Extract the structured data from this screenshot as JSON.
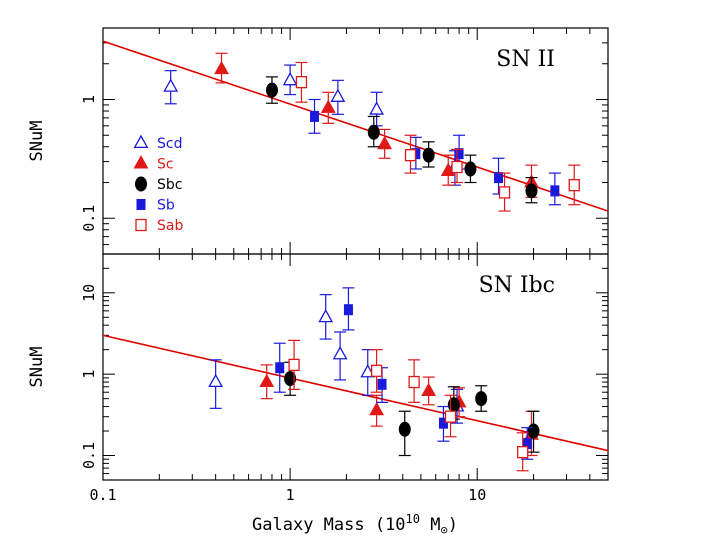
{
  "chart_data": [
    {
      "type": "scatter",
      "title": "SN II",
      "xlabel": "Galaxy Mass (10^10 M⊙)",
      "ylabel": "SNuM",
      "xscale": "log",
      "yscale": "log",
      "xlim": [
        0.1,
        50
      ],
      "ylim": [
        0.05,
        4
      ],
      "yticks": [
        {
          "value": 0.1,
          "label": "0.1"
        },
        {
          "value": 1,
          "label": "1"
        }
      ],
      "legend": {
        "placement": "left",
        "entries": [
          {
            "name": "Scd",
            "marker": "open-triangle",
            "color": "#1a1adb"
          },
          {
            "name": "Sc",
            "marker": "filled-triangle",
            "color": "#e01818"
          },
          {
            "name": "Sbc",
            "marker": "filled-ellipse",
            "color": "#000000"
          },
          {
            "name": "Sb",
            "marker": "filled-square",
            "color": "#1a1adb"
          },
          {
            "name": "Sab",
            "marker": "open-square",
            "color": "#e01818"
          }
        ]
      },
      "fit": {
        "x": [
          0.1,
          50
        ],
        "y": [
          3.1,
          0.115
        ],
        "color": "#e00000"
      },
      "series": [
        {
          "name": "Scd",
          "points": [
            {
              "x": 0.23,
              "y": 1.28,
              "lo": 0.92,
              "hi": 1.75
            },
            {
              "x": 1.0,
              "y": 1.45,
              "lo": 1.1,
              "hi": 1.95
            },
            {
              "x": 1.8,
              "y": 1.05,
              "lo": 0.75,
              "hi": 1.45
            },
            {
              "x": 2.9,
              "y": 0.82,
              "lo": 0.6,
              "hi": 1.15
            },
            {
              "x": 7.6,
              "y": 0.27,
              "lo": 0.19,
              "hi": 0.37
            }
          ]
        },
        {
          "name": "Sc",
          "points": [
            {
              "x": 0.43,
              "y": 1.8,
              "lo": 1.38,
              "hi": 2.45
            },
            {
              "x": 1.6,
              "y": 0.85,
              "lo": 0.63,
              "hi": 1.15
            },
            {
              "x": 3.2,
              "y": 0.42,
              "lo": 0.32,
              "hi": 0.56
            },
            {
              "x": 7.0,
              "y": 0.25,
              "lo": 0.19,
              "hi": 0.34
            },
            {
              "x": 19.5,
              "y": 0.2,
              "lo": 0.15,
              "hi": 0.28
            }
          ]
        },
        {
          "name": "Sbc",
          "points": [
            {
              "x": 0.8,
              "y": 1.2,
              "lo": 0.93,
              "hi": 1.55
            },
            {
              "x": 2.8,
              "y": 0.53,
              "lo": 0.4,
              "hi": 0.72
            },
            {
              "x": 5.5,
              "y": 0.34,
              "lo": 0.27,
              "hi": 0.44
            },
            {
              "x": 9.2,
              "y": 0.26,
              "lo": 0.2,
              "hi": 0.34
            },
            {
              "x": 19.5,
              "y": 0.17,
              "lo": 0.135,
              "hi": 0.22
            }
          ]
        },
        {
          "name": "Sb",
          "points": [
            {
              "x": 1.35,
              "y": 0.72,
              "lo": 0.52,
              "hi": 1.0
            },
            {
              "x": 4.7,
              "y": 0.35,
              "lo": 0.26,
              "hi": 0.48
            },
            {
              "x": 8.0,
              "y": 0.35,
              "lo": 0.26,
              "hi": 0.5
            },
            {
              "x": 13.0,
              "y": 0.22,
              "lo": 0.16,
              "hi": 0.32
            },
            {
              "x": 26.0,
              "y": 0.17,
              "lo": 0.13,
              "hi": 0.24
            }
          ]
        },
        {
          "name": "Sab",
          "points": [
            {
              "x": 1.15,
              "y": 1.4,
              "lo": 0.95,
              "hi": 2.05
            },
            {
              "x": 4.4,
              "y": 0.34,
              "lo": 0.24,
              "hi": 0.5
            },
            {
              "x": 7.8,
              "y": 0.27,
              "lo": 0.2,
              "hi": 0.38
            },
            {
              "x": 14.0,
              "y": 0.165,
              "lo": 0.115,
              "hi": 0.24
            },
            {
              "x": 33.0,
              "y": 0.19,
              "lo": 0.13,
              "hi": 0.28
            }
          ]
        }
      ]
    },
    {
      "type": "scatter",
      "title": "SN Ibc",
      "xlabel": "Galaxy Mass (10^10 M⊙)",
      "ylabel": "SNuM",
      "xscale": "log",
      "yscale": "log",
      "xlim": [
        0.1,
        50
      ],
      "ylim": [
        0.05,
        30
      ],
      "xticks": [
        {
          "value": 0.1,
          "label": "0.1"
        },
        {
          "value": 1,
          "label": "1"
        },
        {
          "value": 10,
          "label": "10"
        }
      ],
      "yticks": [
        {
          "value": 0.1,
          "label": "0.1"
        },
        {
          "value": 1,
          "label": "1"
        },
        {
          "value": 10,
          "label": "10"
        }
      ],
      "fit": {
        "x": [
          0.1,
          50
        ],
        "y": [
          3.0,
          0.115
        ],
        "color": "#e00000"
      },
      "series": [
        {
          "name": "Scd",
          "points": [
            {
              "x": 0.4,
              "y": 0.8,
              "lo": 0.38,
              "hi": 1.5
            },
            {
              "x": 1.55,
              "y": 5.0,
              "lo": 2.7,
              "hi": 9.5
            },
            {
              "x": 1.85,
              "y": 1.75,
              "lo": 0.85,
              "hi": 3.3
            },
            {
              "x": 2.6,
              "y": 1.05,
              "lo": 0.55,
              "hi": 2.0
            },
            {
              "x": 7.8,
              "y": 0.4,
              "lo": 0.25,
              "hi": 0.65
            }
          ]
        },
        {
          "name": "Sc",
          "points": [
            {
              "x": 0.75,
              "y": 0.8,
              "lo": 0.5,
              "hi": 1.3
            },
            {
              "x": 2.9,
              "y": 0.36,
              "lo": 0.23,
              "hi": 0.55
            },
            {
              "x": 5.5,
              "y": 0.62,
              "lo": 0.42,
              "hi": 0.92
            },
            {
              "x": 8.0,
              "y": 0.45,
              "lo": 0.3,
              "hi": 0.68
            },
            {
              "x": 19.5,
              "y": 0.18,
              "lo": 0.1,
              "hi": 0.35
            }
          ]
        },
        {
          "name": "Sbc",
          "points": [
            {
              "x": 1.0,
              "y": 0.88,
              "lo": 0.55,
              "hi": 1.4
            },
            {
              "x": 4.1,
              "y": 0.21,
              "lo": 0.1,
              "hi": 0.35
            },
            {
              "x": 7.5,
              "y": 0.42,
              "lo": 0.28,
              "hi": 0.7
            },
            {
              "x": 10.5,
              "y": 0.5,
              "lo": 0.35,
              "hi": 0.72
            },
            {
              "x": 20.0,
              "y": 0.2,
              "lo": 0.11,
              "hi": 0.35
            }
          ]
        },
        {
          "name": "Sb",
          "points": [
            {
              "x": 0.88,
              "y": 1.2,
              "lo": 0.6,
              "hi": 2.4
            },
            {
              "x": 2.05,
              "y": 6.2,
              "lo": 3.5,
              "hi": 11.5
            },
            {
              "x": 3.1,
              "y": 0.75,
              "lo": 0.45,
              "hi": 1.2
            },
            {
              "x": 6.6,
              "y": 0.25,
              "lo": 0.15,
              "hi": 0.4
            },
            {
              "x": 18.5,
              "y": 0.14,
              "lo": 0.09,
              "hi": 0.22
            }
          ]
        },
        {
          "name": "Sab",
          "points": [
            {
              "x": 1.05,
              "y": 1.3,
              "lo": 0.65,
              "hi": 2.6
            },
            {
              "x": 2.9,
              "y": 1.1,
              "lo": 0.6,
              "hi": 2.0
            },
            {
              "x": 4.6,
              "y": 0.8,
              "lo": 0.45,
              "hi": 1.5
            },
            {
              "x": 7.2,
              "y": 0.3,
              "lo": 0.17,
              "hi": 0.55
            },
            {
              "x": 17.5,
              "y": 0.11,
              "lo": 0.065,
              "hi": 0.19
            }
          ]
        }
      ]
    }
  ],
  "colors": {
    "red": "#e01818",
    "blue": "#1a1adb",
    "black": "#000000",
    "fit": "#e00000"
  }
}
